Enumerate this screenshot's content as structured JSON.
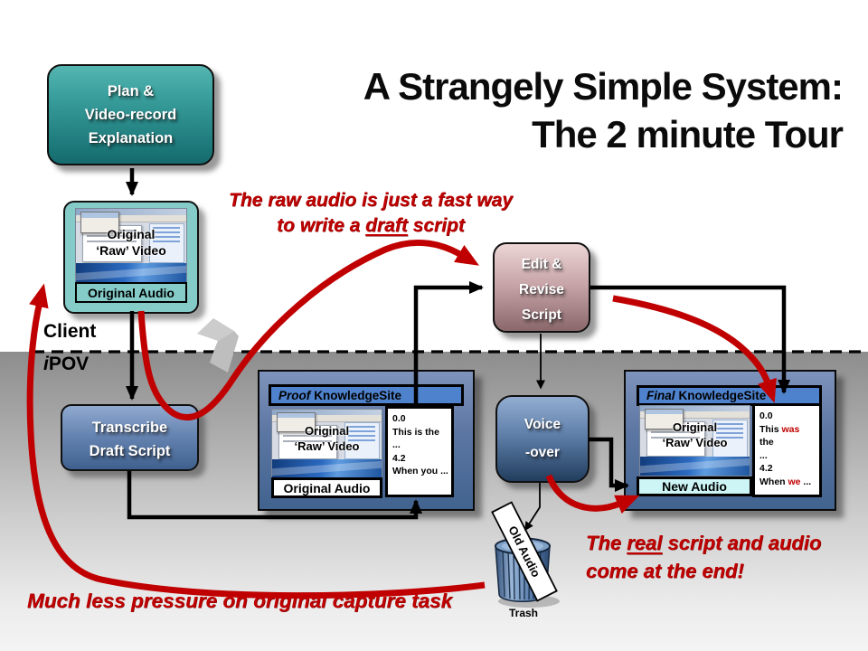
{
  "slide": {
    "title_line1": "A Strangely Simple System:",
    "title_line2": "The 2 minute Tour"
  },
  "labels": {
    "client": "Client",
    "ipov_i": "i",
    "ipov_pov": "POV",
    "trash": "Trash",
    "old_audio": "Old Audio"
  },
  "boxes": {
    "plan": {
      "l1": "Plan &",
      "l2": "Video-record",
      "l3": "Explanation"
    },
    "transcribe": {
      "l1": "Transcribe",
      "l2": "Draft Script"
    },
    "edit": {
      "l1": "Edit &",
      "l2": "Revise",
      "l3": "Script"
    },
    "voice": {
      "l1": "Voice",
      "l2": "-over"
    }
  },
  "video": {
    "l1": "Original",
    "l2": "‘Raw’ Video"
  },
  "audio": {
    "original": "Original Audio",
    "new": "New Audio"
  },
  "panels": {
    "proof": {
      "em": "Proof",
      "rest": "KnowledgeSite",
      "s1": "0.0",
      "s2": "This is the ...",
      "s3": "4.2",
      "s4": "When you ..."
    },
    "final": {
      "em": "Final",
      "rest": "KnowledgeSite",
      "s1": "0.0",
      "s2a": "This ",
      "s2b": "was",
      "s2c": " the",
      "s3": "...",
      "s4": "4.2",
      "s5a": "When ",
      "s5b": "we",
      "s5c": " ..."
    }
  },
  "annotations": {
    "raw1": "The raw audio is just a fast way",
    "raw2a": "to write a ",
    "raw2b": "draft",
    "raw2c": " script",
    "real1a": "The ",
    "real1b": "real",
    "real1c": " script and audio",
    "real2": "come at the end!",
    "pressure": "Much less pressure on original capture task"
  },
  "colors": {
    "accent_red": "#C00000",
    "teal": "#2E9694",
    "panel_blue": "#4E82CC"
  }
}
